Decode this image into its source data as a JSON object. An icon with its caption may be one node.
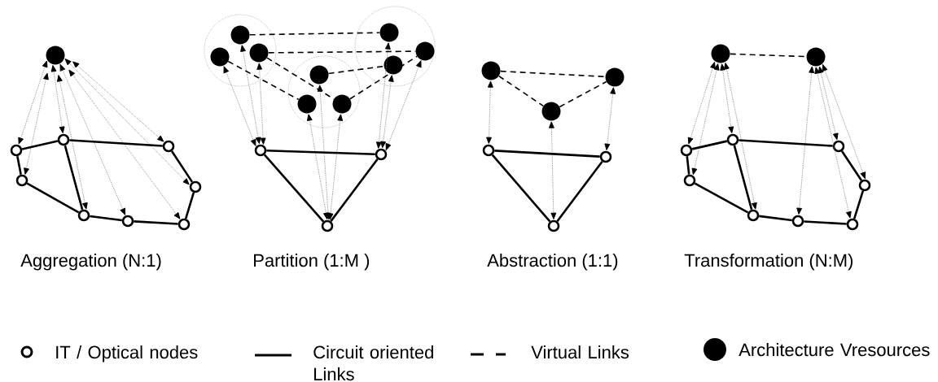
{
  "diagram": {
    "nodes": [
      {
        "text": [],
        "shape": "dot"
      },
      {
        "text": [],
        "shape": "ring"
      },
      {
        "text": [],
        "shape": "ring"
      },
      {
        "text": [],
        "shape": "ring"
      },
      {
        "text": [],
        "shape": "ring"
      },
      {
        "text": [],
        "shape": "ring"
      },
      {
        "text": [],
        "shape": "ring"
      },
      {
        "text": [],
        "shape": "ring"
      },
      {
        "text": [],
        "shape": "ring"
      },
      {
        "text": [],
        "shape": "circle"
      },
      {
        "text": [],
        "shape": "dot",
        "in": 9
      },
      {
        "text": [],
        "shape": "dot",
        "in": 9
      },
      {
        "text": [],
        "shape": "dot",
        "in": 9
      },
      {
        "text": [],
        "shape": "circle"
      },
      {
        "text": [],
        "shape": "dot",
        "in": 13
      },
      {
        "text": [],
        "shape": "dot",
        "in": 13
      },
      {
        "text": [],
        "shape": "dot",
        "in": 13
      },
      {
        "text": [],
        "shape": "circle"
      },
      {
        "text": [],
        "shape": "dot",
        "in": 17
      },
      {
        "text": [],
        "shape": "dot",
        "in": 17
      },
      {
        "text": [],
        "shape": "dot",
        "in": 17
      },
      {
        "text": [],
        "shape": "ring"
      },
      {
        "text": [],
        "shape": "ring"
      },
      {
        "text": [],
        "shape": "ring"
      },
      {
        "text": [],
        "shape": "dot"
      },
      {
        "text": [],
        "shape": "dot"
      },
      {
        "text": [],
        "shape": "dot"
      },
      {
        "text": [],
        "shape": "ring"
      },
      {
        "text": [],
        "shape": "ring"
      },
      {
        "text": [],
        "shape": "ring"
      },
      {
        "text": [],
        "shape": "dot"
      },
      {
        "text": [],
        "shape": "dot"
      },
      {
        "text": [],
        "shape": "ring"
      },
      {
        "text": [],
        "shape": "ring"
      },
      {
        "text": [],
        "shape": "ring"
      },
      {
        "text": [],
        "shape": "ring"
      },
      {
        "text": [],
        "shape": "ring"
      },
      {
        "text": [],
        "shape": "ring"
      },
      {
        "text": [],
        "shape": "ring"
      },
      {
        "text": [],
        "shape": "ring"
      }
    ],
    "edges": [
      {
        "from": 1,
        "to": 2,
        "arrow": "none"
      },
      {
        "from": 2,
        "to": 3,
        "arrow": "none"
      },
      {
        "from": 1,
        "to": 4,
        "arrow": "none"
      },
      {
        "from": 4,
        "to": 6,
        "arrow": "none"
      },
      {
        "from": 2,
        "to": 6,
        "arrow": "none"
      },
      {
        "from": 3,
        "to": 5,
        "arrow": "none"
      },
      {
        "from": 5,
        "to": 8,
        "arrow": "none"
      },
      {
        "from": 6,
        "to": 7,
        "arrow": "none"
      },
      {
        "from": 7,
        "to": 8,
        "arrow": "none"
      },
      {
        "from": 0,
        "to": 1,
        "arrow": "both",
        "style": "dashed",
        "color": "#808080"
      },
      {
        "from": 0,
        "to": 4,
        "arrow": "both",
        "style": "dashed",
        "color": "#808080"
      },
      {
        "from": 0,
        "to": 2,
        "arrow": "both",
        "style": "dashed",
        "color": "#808080"
      },
      {
        "from": 0,
        "to": 6,
        "arrow": "both",
        "style": "dashed",
        "color": "#808080"
      },
      {
        "from": 0,
        "to": 7,
        "arrow": "both",
        "style": "dashed",
        "color": "#808080"
      },
      {
        "from": 0,
        "to": 8,
        "arrow": "both",
        "style": "dashed",
        "color": "#808080"
      },
      {
        "from": 0,
        "to": 5,
        "arrow": "both",
        "style": "dashed",
        "color": "#808080"
      },
      {
        "from": 0,
        "to": 3,
        "arrow": "both",
        "style": "dashed",
        "color": "#808080"
      },
      {
        "from": 10,
        "to": 18,
        "arrow": "none",
        "style": "dashed"
      },
      {
        "from": 12,
        "to": 20,
        "arrow": "none",
        "style": "dashed"
      },
      {
        "from": 11,
        "to": 15,
        "arrow": "none",
        "style": "dashed"
      },
      {
        "from": 12,
        "to": 16,
        "arrow": "none",
        "style": "dashed"
      },
      {
        "from": 14,
        "to": 19,
        "arrow": "none",
        "style": "dashed"
      },
      {
        "from": 16,
        "to": 20,
        "arrow": "none",
        "style": "dashed"
      },
      {
        "from": 21,
        "to": 22,
        "arrow": "none"
      },
      {
        "from": 21,
        "to": 23,
        "arrow": "none"
      },
      {
        "from": 22,
        "to": 23,
        "arrow": "none"
      },
      {
        "from": 11,
        "to": 21,
        "arrow": "both",
        "style": "dashed",
        "color": "#808080"
      },
      {
        "from": 10,
        "to": 21,
        "arrow": "both",
        "style": "dashed",
        "color": "#808080"
      },
      {
        "from": 12,
        "to": 21,
        "arrow": "both",
        "style": "dashed",
        "color": "#808080"
      },
      {
        "from": 15,
        "to": 23,
        "arrow": "both",
        "style": "dashed",
        "color": "#808080"
      },
      {
        "from": 14,
        "to": 23,
        "arrow": "both",
        "style": "dashed",
        "color": "#808080"
      },
      {
        "from": 16,
        "to": 23,
        "arrow": "both",
        "style": "dashed",
        "color": "#808080"
      },
      {
        "from": 18,
        "to": 22,
        "arrow": "both",
        "style": "dashed",
        "color": "#808080"
      },
      {
        "from": 19,
        "to": 22,
        "arrow": "both",
        "style": "dashed",
        "color": "#808080"
      },
      {
        "from": 20,
        "to": 22,
        "arrow": "both",
        "style": "dashed",
        "color": "#808080"
      },
      {
        "from": 24,
        "to": 25,
        "arrow": "none",
        "style": "dashed"
      },
      {
        "from": 24,
        "to": 26,
        "arrow": "none",
        "style": "dashed"
      },
      {
        "from": 26,
        "to": 25,
        "arrow": "none",
        "style": "dashed"
      },
      {
        "from": 27,
        "to": 28,
        "arrow": "none"
      },
      {
        "from": 27,
        "to": 29,
        "arrow": "none"
      },
      {
        "from": 28,
        "to": 29,
        "arrow": "none"
      },
      {
        "from": 24,
        "to": 27,
        "arrow": "both",
        "style": "dashed",
        "color": "#808080"
      },
      {
        "from": 26,
        "to": 29,
        "arrow": "both",
        "style": "dashed",
        "color": "#808080"
      },
      {
        "from": 25,
        "to": 28,
        "arrow": "both",
        "style": "dashed",
        "color": "#808080"
      },
      {
        "from": 30,
        "to": 31,
        "arrow": "none",
        "style": "dashed"
      },
      {
        "from": 32,
        "to": 33,
        "arrow": "none"
      },
      {
        "from": 33,
        "to": 34,
        "arrow": "none"
      },
      {
        "from": 32,
        "to": 35,
        "arrow": "none"
      },
      {
        "from": 35,
        "to": 37,
        "arrow": "none"
      },
      {
        "from": 33,
        "to": 37,
        "arrow": "none"
      },
      {
        "from": 34,
        "to": 36,
        "arrow": "none"
      },
      {
        "from": 36,
        "to": 39,
        "arrow": "none"
      },
      {
        "from": 37,
        "to": 38,
        "arrow": "none"
      },
      {
        "from": 38,
        "to": 39,
        "arrow": "none"
      },
      {
        "from": 30,
        "to": 32,
        "arrow": "both",
        "style": "dashed",
        "color": "#808080"
      },
      {
        "from": 30,
        "to": 35,
        "arrow": "both",
        "style": "dashed",
        "color": "#808080"
      },
      {
        "from": 30,
        "to": 33,
        "arrow": "both",
        "style": "dashed",
        "color": "#808080"
      },
      {
        "from": 30,
        "to": 37,
        "arrow": "both",
        "style": "dashed",
        "color": "#808080"
      },
      {
        "from": 31,
        "to": 38,
        "arrow": "both",
        "style": "dashed",
        "color": "#808080"
      },
      {
        "from": 31,
        "to": 34,
        "arrow": "both",
        "style": "dashed",
        "color": "#808080"
      },
      {
        "from": 31,
        "to": 39,
        "arrow": "both",
        "style": "dashed",
        "color": "#808080"
      },
      {
        "from": 31,
        "to": 36,
        "arrow": "both",
        "style": "dashed",
        "color": "#808080"
      }
    ],
    "labels": [
      "Aggregation (N:1)",
      "Partition (1:M )",
      "Abstraction (1:1)",
      "Transformation (N:M)"
    ],
    "legend": [
      {
        "text": "IT / Optical nodes"
      },
      {
        "text": "Circuit oriented Links"
      },
      {
        "text": "Virtual Links"
      },
      {
        "text": "Architecture Vresources"
      }
    ]
  }
}
